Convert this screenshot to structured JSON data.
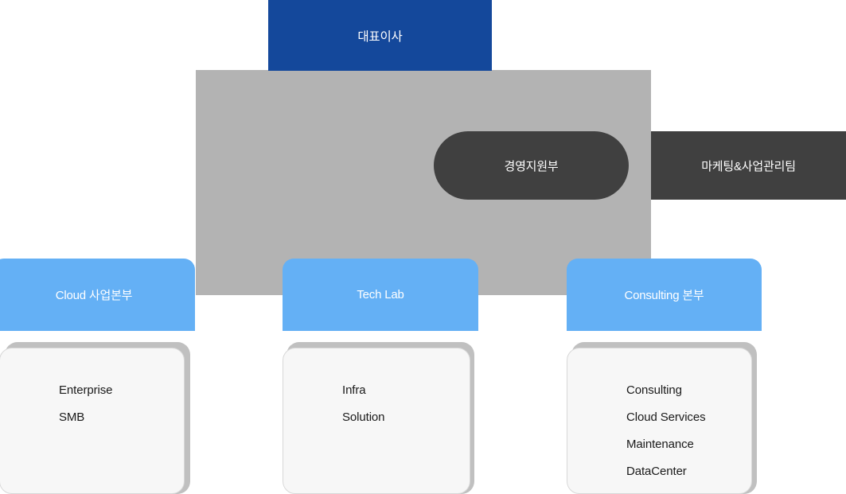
{
  "org_chart": {
    "top": {
      "label": "대표이사"
    },
    "staff": [
      {
        "name": "management-support",
        "label": "경영지원부"
      },
      {
        "name": "marketing-biz-mgmt",
        "label": "마케팅&사업관리팀"
      }
    ],
    "divisions": [
      {
        "name": "cloud",
        "label": "Cloud 사업본부",
        "teams": [
          "Enterprise",
          "SMB"
        ]
      },
      {
        "name": "tech-lab",
        "label": "Tech Lab",
        "teams": [
          "Infra",
          "Solution"
        ]
      },
      {
        "name": "consulting",
        "label": "Consulting 본부",
        "teams": [
          "Consulting",
          "Cloud Services",
          "Maintenance",
          "DataCenter"
        ]
      }
    ],
    "colors": {
      "top_box": "#14489b",
      "connector": "#b3b3b3",
      "staff_box": "#404040",
      "division_box": "#64b0f5",
      "leaf_card": "#f7f7f7"
    }
  }
}
